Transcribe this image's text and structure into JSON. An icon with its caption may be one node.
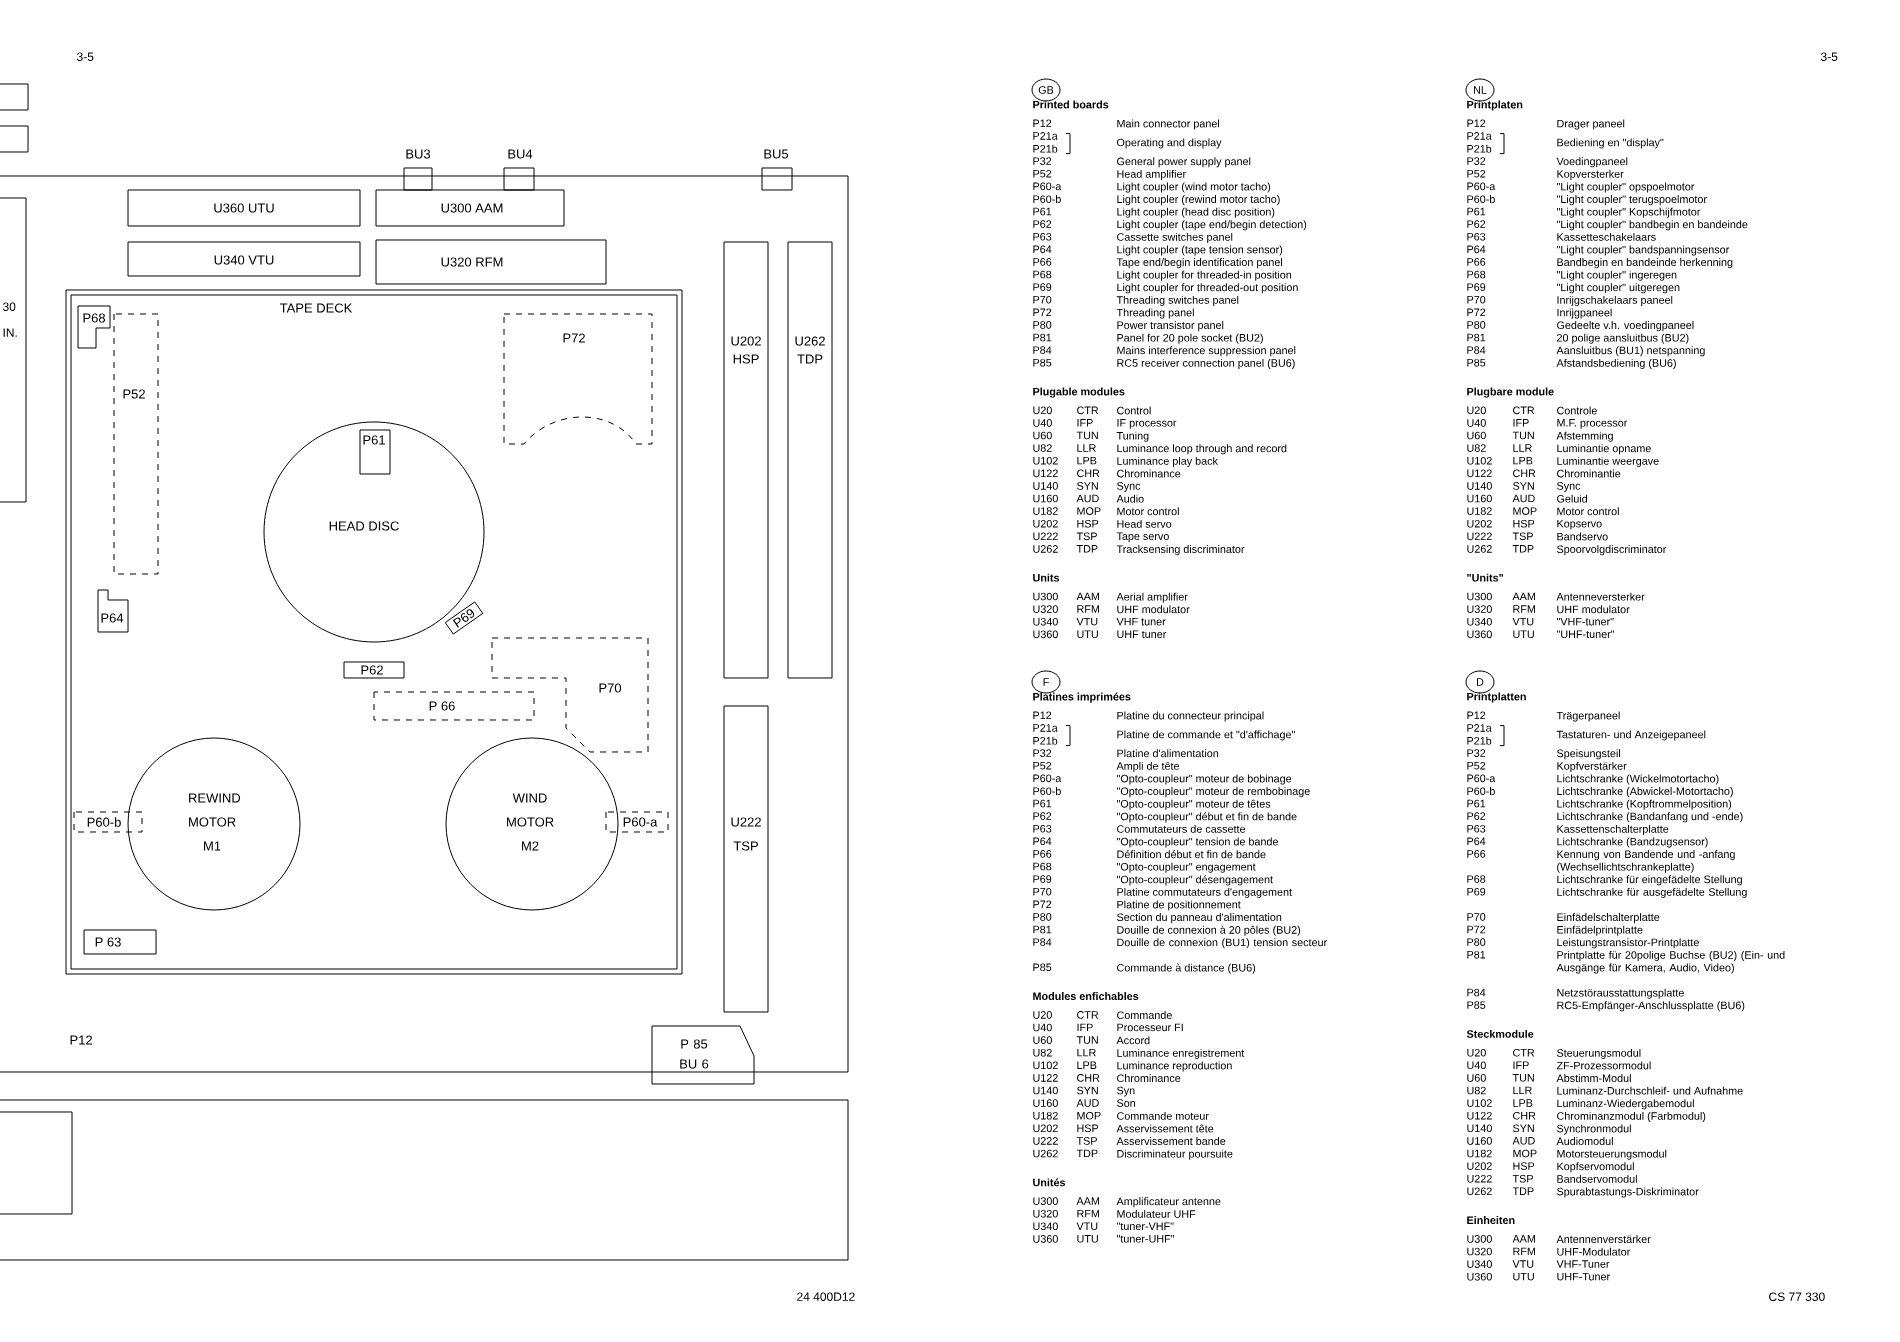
{
  "diagram": {
    "nodes": [
      {
        "text": [
          "P12"
        ]
      },
      {
        "text": [
          "BU3"
        ]
      },
      {
        "text": [
          "BU4"
        ]
      },
      {
        "text": [
          "BU5"
        ]
      },
      {
        "text": [
          "U360 UTU"
        ],
        "in": 0
      },
      {
        "text": [
          "U300 AAM"
        ],
        "in": 0
      },
      {
        "text": [
          "U340 VTU"
        ],
        "in": 0
      },
      {
        "text": [
          "U320 RFM"
        ],
        "in": 0
      },
      {
        "text": [
          "TAPE DECK"
        ],
        "in": 0
      },
      {
        "text": [
          "P68"
        ],
        "in": 8
      },
      {
        "text": [
          "P52"
        ],
        "in": 8
      },
      {
        "text": [
          "P72"
        ],
        "in": 8
      },
      {
        "text": [
          "HEAD DISC"
        ],
        "in": 8
      },
      {
        "text": [
          "P61"
        ],
        "in": 12
      },
      {
        "text": [
          "P69"
        ],
        "in": 8
      },
      {
        "text": [
          "P64"
        ],
        "in": 8
      },
      {
        "text": [
          "P62"
        ],
        "in": 8
      },
      {
        "text": [
          "P 66"
        ],
        "in": 8
      },
      {
        "text": [
          "P70"
        ],
        "in": 8
      },
      {
        "text": [
          "REWIND MOTOR M1"
        ],
        "in": 8
      },
      {
        "text": [
          "P60-b"
        ],
        "in": 8
      },
      {
        "text": [
          "WIND MOTOR M2"
        ],
        "in": 8
      },
      {
        "text": [
          "P60-a"
        ],
        "in": 8
      },
      {
        "text": [
          "P 63"
        ],
        "in": 8
      },
      {
        "text": [
          "U202 HSP"
        ],
        "in": 0
      },
      {
        "text": [
          "U262 TDP"
        ],
        "in": 0
      },
      {
        "text": [
          "U222 TSP"
        ],
        "in": 0
      },
      {
        "text": [
          "P 85",
          "BU 6"
        ]
      }
    ],
    "labels": [
      "3-5",
      "3-5",
      "30",
      "IN.",
      "24 400D12",
      "CS 77 330",
      "GB",
      "Printed boards",
      "P12",
      "Main connector panel",
      "P21a",
      "P21b",
      "Operating and display",
      "P32",
      "General power supply panel",
      "P52",
      "Head amplifier",
      "P60-a",
      "Light coupler (wind motor tacho)",
      "P60-b",
      "Light coupler (rewind motor tacho)",
      "P61",
      "Light coupler (head disc position)",
      "P62",
      "Light coupler (tape end/begin detection)",
      "P63",
      "Cassette switches panel",
      "P64",
      "Light coupler (tape tension sensor)",
      "P66",
      "Tape end/begin identification panel",
      "P68",
      "Light coupler for threaded-in position",
      "P69",
      "Light coupler for threaded-out position",
      "P70",
      "Threading switches panel",
      "P72",
      "Threading panel",
      "P80",
      "Power transistor panel",
      "P81",
      "Panel for 20 pole socket (BU2)",
      "P84",
      "Mains interference suppression panel",
      "P85",
      "RC5 receiver connection panel (BU6)",
      "Plugable modules",
      "U20",
      "CTR",
      "Control",
      "U40",
      "IFP",
      "IF processor",
      "U60",
      "TUN",
      "Tuning",
      "U82",
      "LLR",
      "Luminance loop through and record",
      "U102",
      "LPB",
      "Luminance play back",
      "U122",
      "CHR",
      "Chrominance",
      "U140",
      "SYN",
      "Sync",
      "U160",
      "AUD",
      "Audio",
      "U182",
      "MOP",
      "Motor control",
      "U202",
      "HSP",
      "Head servo",
      "U222",
      "TSP",
      "Tape servo",
      "U262",
      "TDP",
      "Tracksensing discriminator",
      "Units",
      "U300",
      "AAM",
      "Aerial amplifier",
      "U320",
      "RFM",
      "UHF modulator",
      "U340",
      "VTU",
      "VHF tuner",
      "U360",
      "UTU",
      "UHF tuner",
      "F",
      "Platines imprimées",
      "P12",
      "Platine du connecteur principal",
      "P21a",
      "P21b",
      "Platine de commande et \"d'affichage\"",
      "P32",
      "Platine d'alimentation",
      "P52",
      "Ampli de tête",
      "P60-a",
      "\"Opto-coupleur\" moteur de bobinage",
      "P60-b",
      "\"Opto-coupleur\" moteur de rembobinage",
      "P61",
      "\"Opto-coupleur\" moteur de têtes",
      "P62",
      "\"Opto-coupleur\" début et fin de bande",
      "P63",
      "Commutateurs de cassette",
      "P64",
      "\"Opto-coupleur\" tension de bande",
      "P66",
      "Définition début et fin de bande",
      "P68",
      "\"Opto-coupleur\" engagement",
      "P69",
      "\"Opto-coupleur\" désengagement",
      "P70",
      "Platine commutateurs d'engagement",
      "P72",
      "Platine de positionnement",
      "P80",
      "Section du panneau d'alimentation",
      "P81",
      "Douille de connexion à 20 pôles (BU2)",
      "P84",
      "Douille de connexion (BU1) tension secteur",
      "P85",
      "Commande à distance (BU6)",
      "Modules enfichables",
      "U20",
      "CTR",
      "Commande",
      "U40",
      "IFP",
      "Processeur FI",
      "U60",
      "TUN",
      "Accord",
      "U82",
      "LLR",
      "Luminance enregistrement",
      "U102",
      "LPB",
      "Luminance reproduction",
      "U122",
      "CHR",
      "Chrominance",
      "U140",
      "SYN",
      "Syn",
      "U160",
      "AUD",
      "Son",
      "U182",
      "MOP",
      "Commande moteur",
      "U202",
      "HSP",
      "Asservissement tête",
      "U222",
      "TSP",
      "Asservissement bande",
      "U262",
      "TDP",
      "Discriminateur poursuite",
      "Unités",
      "U300",
      "AAM",
      "Amplificateur antenne",
      "U320",
      "RFM",
      "Modulateur UHF",
      "U340",
      "VTU",
      "\"tuner-VHF\"",
      "U360",
      "UTU",
      "\"tuner-UHF\"",
      "NL",
      "Printplaten",
      "P12",
      "Drager paneel",
      "P21a",
      "P21b",
      "Bediening en \"display\"",
      "P32",
      "Voedingpaneel",
      "P52",
      "Kopversterker",
      "P60-a",
      "\"Light coupler\" opspoelmotor",
      "P60-b",
      "\"Light coupler\" terugspoelmotor",
      "P61",
      "\"Light coupler\" Kopschijfmotor",
      "P62",
      "\"Light coupler\" bandbegin en bandeinde",
      "P63",
      "Kassetteschakelaars",
      "P64",
      "\"Light coupler\" bandspanningsensor",
      "P66",
      "Bandbegin en bandeinde herkenning",
      "P68",
      "\"Light coupler\" ingeregen",
      "P69",
      "\"Light coupler\" uitgeregen",
      "P70",
      "Inrijgschakelaars paneel",
      "P72",
      "Inrijgpaneel",
      "P80",
      "Gedeelte v.h. voedingpaneel",
      "P81",
      "20 polige aansluitbus (BU2)",
      "P84",
      "Aansluitbus (BU1) netspanning",
      "P85",
      "Afstandsbediening (BU6)",
      "Plugbare module",
      "U20",
      "CTR",
      "Controle",
      "U40",
      "IFP",
      "M.F. processor",
      "U60",
      "TUN",
      "Afstemming",
      "U82",
      "LLR",
      "Luminantie opname",
      "U102",
      "LPB",
      "Luminantie weergave",
      "U122",
      "CHR",
      "Chrominantie",
      "U140",
      "SYN",
      "Sync",
      "U160",
      "AUD",
      "Geluid",
      "U182",
      "MOP",
      "Motor control",
      "U202",
      "HSP",
      "Kopservo",
      "U222",
      "TSP",
      "Bandservo",
      "U262",
      "TDP",
      "Spoorvolgdiscriminator",
      "\"Units\"",
      "U300",
      "AAM",
      "Antenneversterker",
      "U320",
      "RFM",
      "UHF modulator",
      "U340",
      "VTU",
      "\"VHF-tuner\"",
      "U360",
      "UTU",
      "\"UHF-tuner\"",
      "D",
      "Printplatten",
      "P12",
      "Trägerpaneel",
      "P21a",
      "P21b",
      "Tastaturen- und Anzeigepaneel",
      "P32",
      "Speisungsteil",
      "P52",
      "Kopfverstärker",
      "P60-a",
      "Lichtschranke (Wickelmotortacho)",
      "P60-b",
      "Lichtschranke (Abwickel-Motortacho)",
      "P61",
      "Lichtschranke (Kopftrommelposition)",
      "P62",
      "Lichtschranke (Bandanfang und -ende)",
      "P63",
      "Kassettenschalterplatte",
      "P64",
      "Lichtschranke (Bandzugsensor)",
      "P66",
      "Kennung von Bandende und -anfang (Wechsellichtschrankeplatte)",
      "P68",
      "Lichtschranke für eingefädelte Stellung",
      "P69",
      "Lichtschranke für ausgefädelte Stellung",
      "P70",
      "Einfädelschalterplatte",
      "P72",
      "Einfädelprintplatte",
      "P80",
      "Leistungstransistor-Printplatte",
      "P81",
      "Printplatte für 20polige Buchse (BU2) (Ein- und Ausgänge für Kamera, Audio, Video)",
      "P84",
      "Netzstörausstattungsplatte",
      "P85",
      "RC5-Empfänger-Anschlussplatte (BU6)",
      "Steckmodule",
      "U20",
      "CTR",
      "Steuerungsmodul",
      "U40",
      "IFP",
      "ZF-Prozessormodul",
      "U60",
      "TUN",
      "Abstimm-Modul",
      "U82",
      "LLR",
      "Luminanz-Durchschleif- und Aufnahme",
      "U102",
      "LPB",
      "Luminanz-Wiedergabemodul",
      "U122",
      "CHR",
      "Chrominanzmodul (Farbmodul)",
      "U140",
      "SYN",
      "Synchronmodul",
      "U160",
      "AUD",
      "Audiomodul",
      "U182",
      "MOP",
      "Motorsteuerungsmodul",
      "U202",
      "HSP",
      "Kopfservomodul",
      "U222",
      "TSP",
      "Bandservomodul",
      "U262",
      "TDP",
      "Spurabtastungs-Diskriminator",
      "Einheiten",
      "U300",
      "AAM",
      "Antennenverstärker",
      "U320",
      "RFM",
      "UHF-Modulator",
      "U340",
      "VTU",
      "VHF-Tuner",
      "U360",
      "UTU",
      "UHF-Tuner"
    ]
  }
}
